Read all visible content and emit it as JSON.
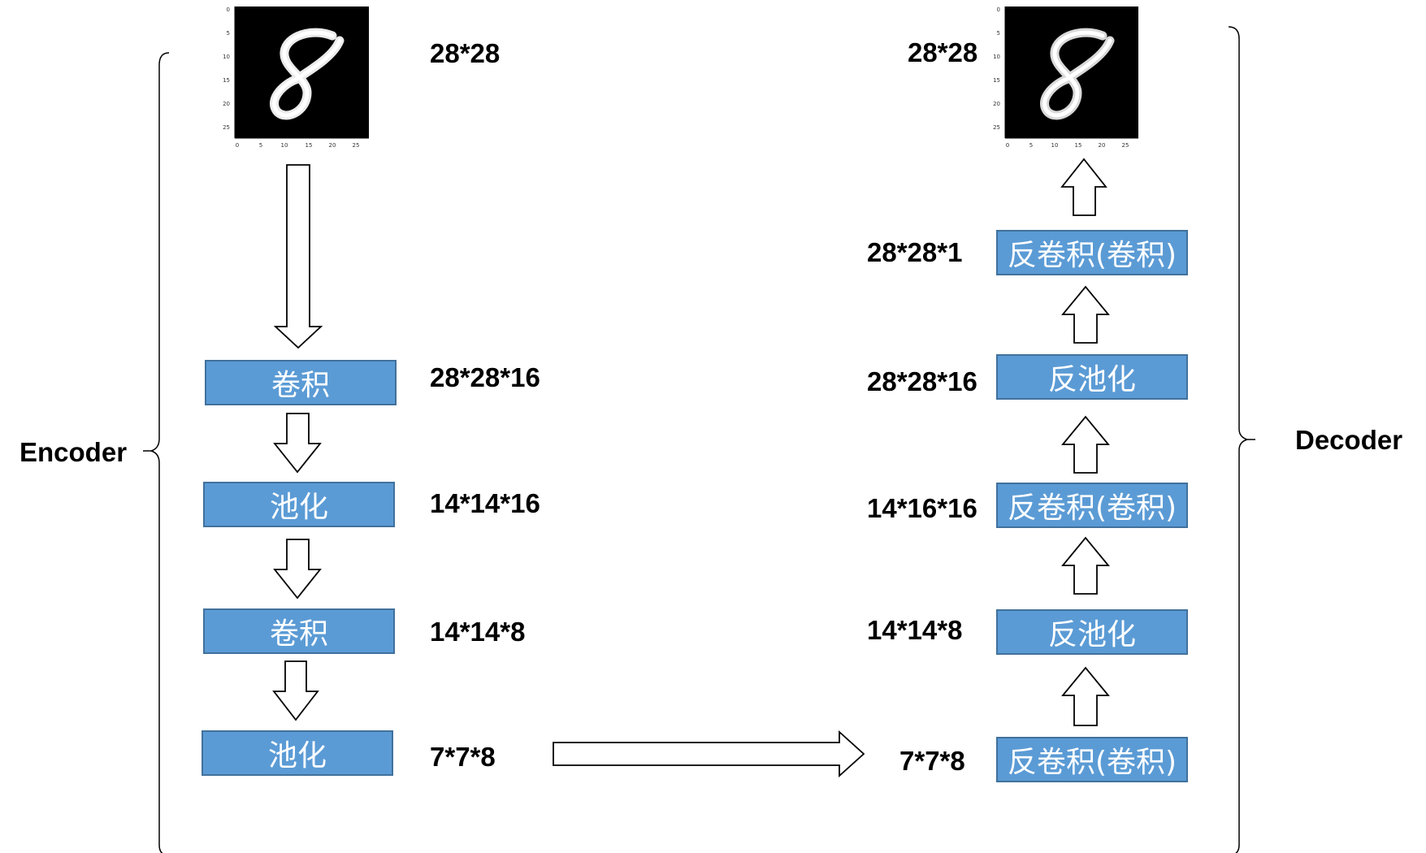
{
  "encoder": {
    "label": "Encoder",
    "input_dim": "28*28",
    "layers": [
      {
        "name": "卷积",
        "dim": "28*28*16"
      },
      {
        "name": "池化",
        "dim": "14*14*16"
      },
      {
        "name": "卷积",
        "dim": "14*14*8"
      },
      {
        "name": "池化",
        "dim": "7*7*8"
      }
    ]
  },
  "decoder": {
    "label": "Decoder",
    "output_dim": "28*28",
    "layers": [
      {
        "name": "反卷积(卷积)",
        "dim": "7*7*8"
      },
      {
        "name": "反池化",
        "dim": "14*14*8"
      },
      {
        "name": "反卷积(卷积)",
        "dim": "14*16*16"
      },
      {
        "name": "反池化",
        "dim": "28*28*16"
      },
      {
        "name": "反卷积(卷积)",
        "dim": "28*28*1"
      }
    ]
  },
  "image_axes": {
    "y_ticks": [
      "0",
      "5",
      "10",
      "15",
      "20",
      "25"
    ],
    "x_ticks": [
      "0",
      "5",
      "10",
      "15",
      "20",
      "25"
    ]
  },
  "colors": {
    "box_fill": "#5b9bd5",
    "box_border": "#41719c",
    "box_text": "#ffffff"
  }
}
